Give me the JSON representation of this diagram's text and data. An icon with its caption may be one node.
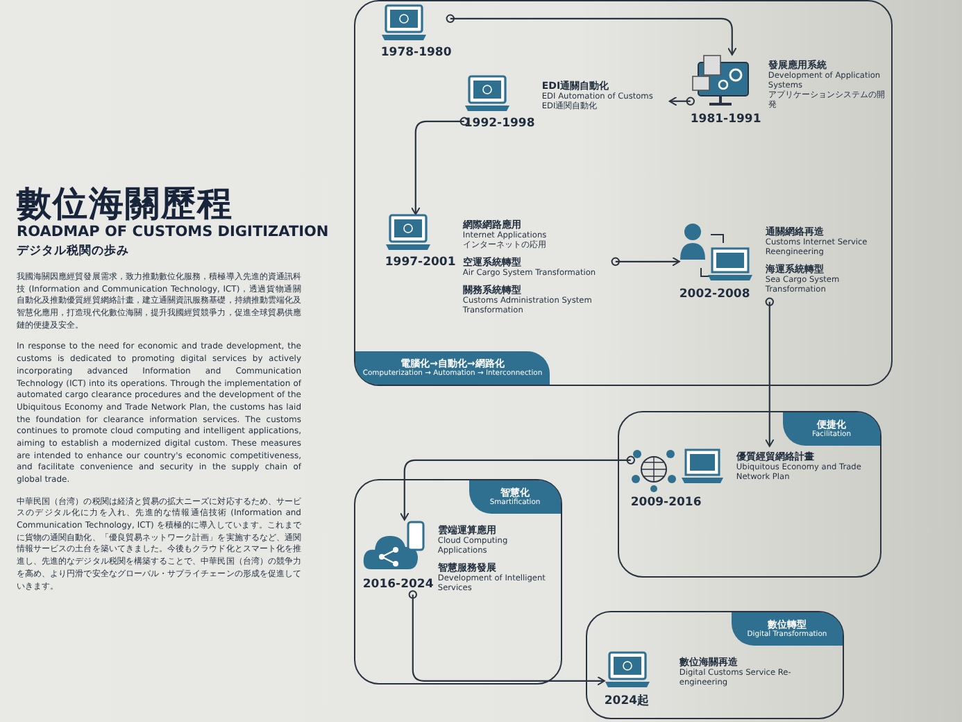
{
  "diagram": {
    "title": "數位海關歷程",
    "nodes": [
      {
        "text": [
          "電腦化→自動化→網路化",
          "Computerization → Automation → Interconnection"
        ]
      },
      {
        "text": [
          "1978-1980"
        ],
        "in": 0
      },
      {
        "text": [
          "1981-1991",
          "發展應用系統",
          "Development of Application Systems",
          "アプリケーションシステムの開発"
        ],
        "in": 0
      },
      {
        "text": [
          "1992-1998",
          "EDI通關自動化",
          "EDI Automation of Customs",
          "EDI通関自動化"
        ],
        "in": 0
      },
      {
        "text": [
          "1997-2001",
          "網際網路應用",
          "Internet Applications",
          "インターネットの応用",
          "空運系統轉型",
          "Air Cargo System Transformation",
          "關務系統轉型",
          "Customs Administration System Transformation"
        ],
        "in": 0
      },
      {
        "text": [
          "2002-2008",
          "通關網絡再造",
          "Customs Internet Service Reengineering",
          "海運系統轉型",
          "Sea Cargo System Transformation"
        ],
        "in": 0
      },
      {
        "text": [
          "便捷化",
          "Facilitation"
        ]
      },
      {
        "text": [
          "2009-2016",
          "優質經貿網絡計畫",
          "Ubiquitous Economy and Trade Network Plan"
        ],
        "in": 6
      },
      {
        "text": [
          "智慧化",
          "Smartification"
        ]
      },
      {
        "text": [
          "2016-2024",
          "雲端運算應用",
          "Cloud Computing Applications",
          "智慧服務發展",
          "Development of Intelligent Services"
        ],
        "in": 8
      },
      {
        "text": [
          "數位轉型",
          "Digital Transformation"
        ]
      },
      {
        "text": [
          "2024起",
          "數位海關再造",
          "Digital Customs Service Re-engineering"
        ],
        "in": 10
      }
    ],
    "edges": [
      {
        "from": 1,
        "to": 2,
        "arrow": "to"
      },
      {
        "from": 2,
        "to": 3,
        "arrow": "to"
      },
      {
        "from": 3,
        "to": 4,
        "arrow": "to"
      },
      {
        "from": 4,
        "to": 5,
        "arrow": "to"
      },
      {
        "from": 5,
        "to": 7,
        "arrow": "to"
      },
      {
        "from": 7,
        "to": 9,
        "arrow": "to"
      },
      {
        "from": 9,
        "to": 11,
        "arrow": "to"
      }
    ],
    "labels": [
      "ROADMAP OF CUSTOMS DIGITIZATION",
      "デジタル税関の歩み",
      "我國海關因應經貿發展需求，致力推動數位化服務，積極導入先進的資通訊科技 (Information and Communication Technology, ICT)，透過貨物通關自動化及推動優質經貿網絡計畫，建立通關資訊服務基礎，持續推動雲端化及智慧化應用，打造現代化數位海關，提升我國經貿競爭力，促進全球貿易供應鏈的便捷及安全。",
      "In response to the need for economic and trade development, the customs is dedicated to promoting digital services by actively incorporating advanced Information and Communication Technology (ICT) into its operations. Through the implementation of automated cargo clearance procedures and the development of the Ubiquitous Economy and Trade Network Plan, the customs has laid the foundation for clearance information services. The customs continues to promote cloud computing and intelligent applications, aiming to establish a modernized digital custom. These measures are intended to enhance our country's economic competitiveness, and facilitate convenience and security in the supply chain of global trade.",
      "中華民国（台湾）の税関は経済と貿易の拡大ニーズに対応するため、サービスのデジタル化に力を入れ、先進的な情報通信技術 (Information and Communication Technology, ICT) を積極的に導入しています。これまでに貨物の通関自動化、「優良貿易ネットワーク計画」を実施するなど、通関情報サービスの土台を築いてきました。今後もクラウド化とスマート化を推進し、先進的なデジタル税関を構築することで、中華民国（台湾）の競争力を高め、より円滑で安全なグローバル・サプライチェーンの形成を促進していきます。"
    ]
  }
}
